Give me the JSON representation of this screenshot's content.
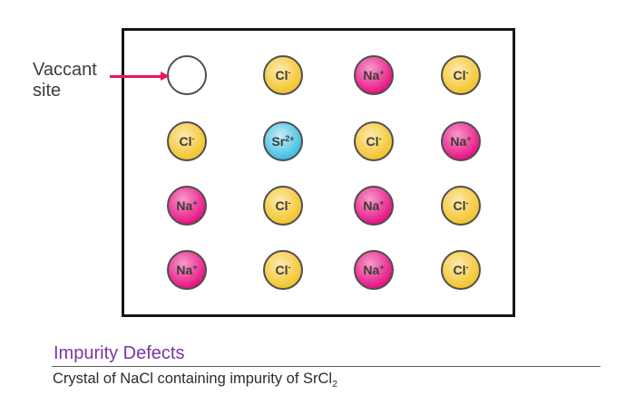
{
  "diagram": {
    "vacant_label": {
      "line1": "Vaccant",
      "line2": "site"
    },
    "ions": {
      "na": {
        "symbol": "Na",
        "charge": "+"
      },
      "cl": {
        "symbol": "Cl",
        "charge": "-"
      },
      "sr": {
        "symbol": "Sr",
        "charge": "2+"
      }
    },
    "grid_rows": [
      [
        "vacant",
        "Cl-",
        "Na+",
        "Cl-"
      ],
      [
        "Cl-",
        "Sr2+",
        "Cl-",
        "Na+"
      ],
      [
        "Na+",
        "Cl-",
        "Na+",
        "Cl-"
      ],
      [
        "Na+",
        "Cl-",
        "Na+",
        "Cl-"
      ]
    ]
  },
  "footer": {
    "heading": "Impurity Defects",
    "caption": "Crystal of NaCl containing impurity of SrCl",
    "caption_subscript": "2"
  },
  "colors": {
    "background": "#ffffff",
    "box-border": "#161616",
    "ion-border": "#4e4e50",
    "ion-text": "#3b3b3d",
    "na-center": "#f79bca",
    "na-edge": "#e60d80",
    "cl-center": "#fdeab0",
    "cl-edge": "#f1bf1b",
    "sr-center": "#c8edf8",
    "sr-edge": "#2eb8e0",
    "arrow": "#e8175d",
    "heading": "#7a35a5",
    "label-text": "#3c3c3e",
    "caption-text": "#2e2b2c",
    "rule": "#5a5a5a"
  }
}
